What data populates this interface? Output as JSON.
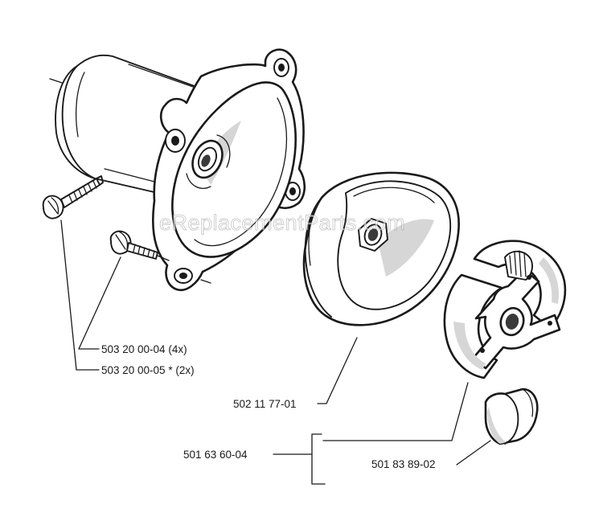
{
  "watermark": "eReplacementParts.com",
  "callouts": {
    "screw_a": "503 20 00-04 (4x)",
    "screw_b": "503 20 00-05  *  (2x)",
    "drum": "502 11 77-01",
    "clutch_assembly": "501 63 60-04",
    "spring": "501 83 89-02"
  }
}
